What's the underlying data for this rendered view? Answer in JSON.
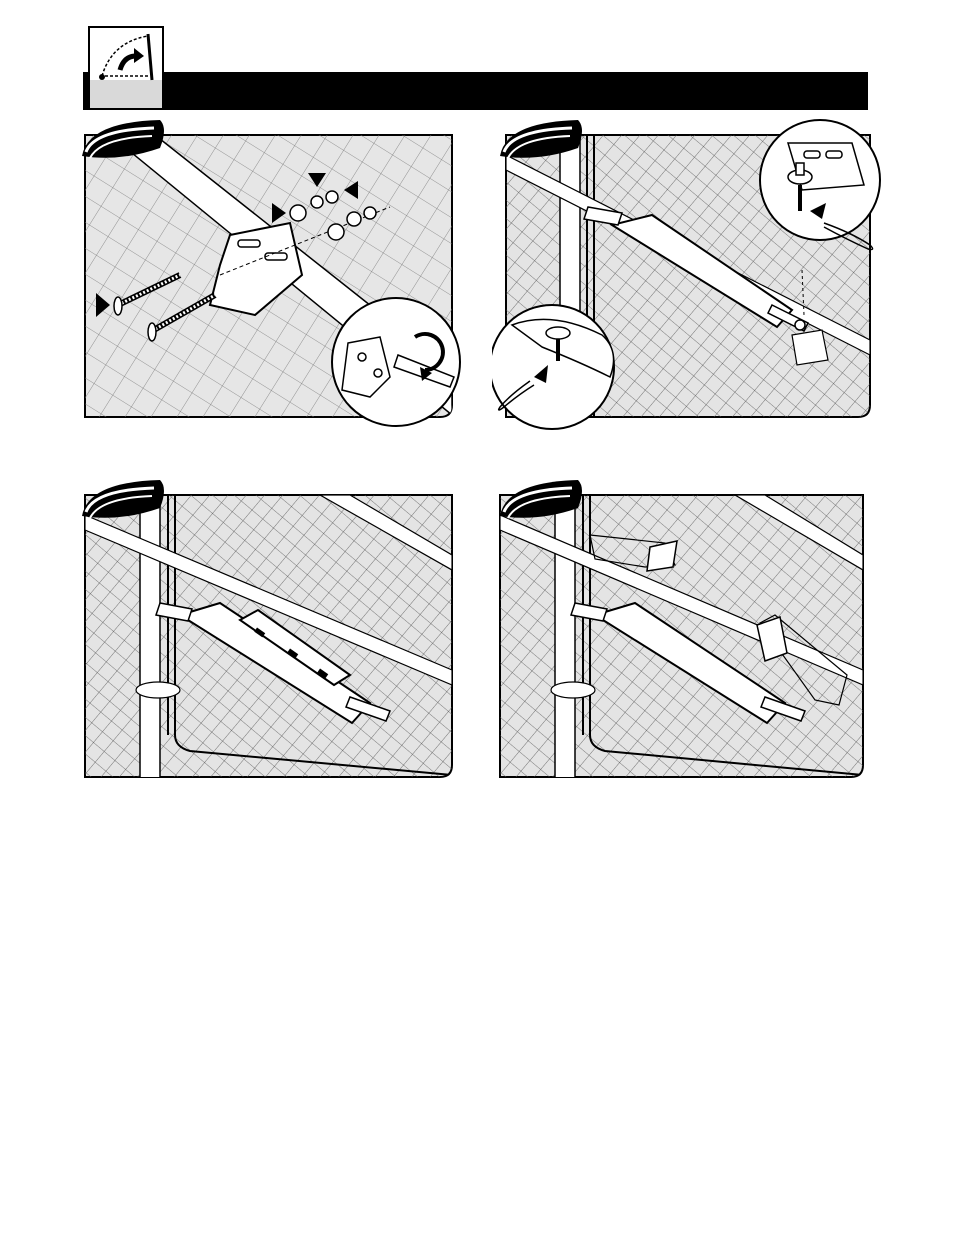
{
  "header": {
    "title": "",
    "icon": "swing-gate-open-icon"
  },
  "panels": [
    {
      "id": 1,
      "step_number": "",
      "illustration": "mounting-bracket-bolts-washers-nuts",
      "inset": "wrench-tightening-nut"
    },
    {
      "id": 2,
      "step_number": "",
      "illustration": "opener-arm-pin-and-hitch-clip",
      "inset": "hitch-pin-clip-insert"
    },
    {
      "id": 3,
      "step_number": "",
      "illustration": "level-on-opener-arm",
      "inset": ""
    },
    {
      "id": 4,
      "step_number": "",
      "illustration": "gate-bracket-positioning",
      "inset": ""
    }
  ],
  "colors": {
    "panel_bg": "#dcdcdc",
    "ink": "#000000",
    "opener_body": "#ffffff"
  }
}
